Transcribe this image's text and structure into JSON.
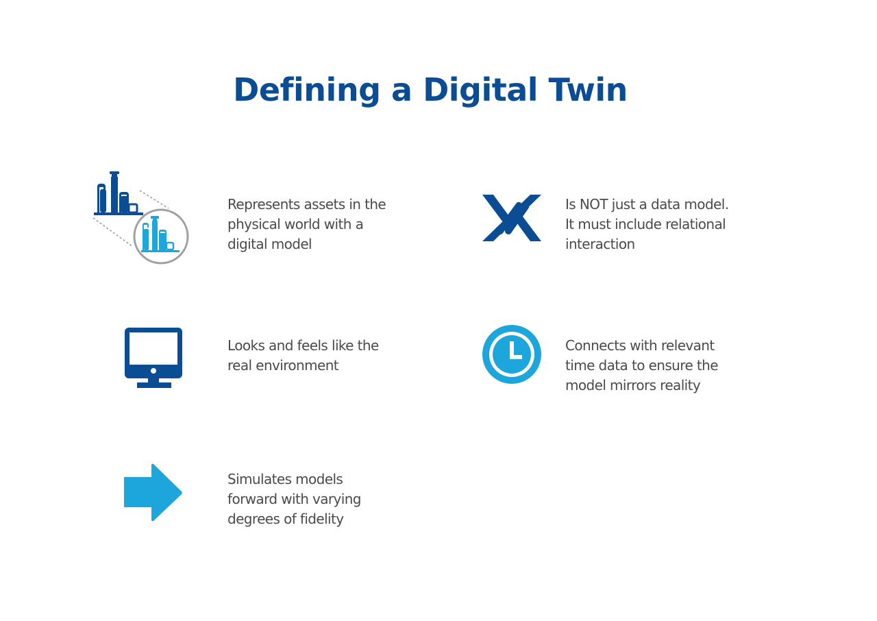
{
  "title": "Defining a Digital Twin",
  "colors": {
    "title": "#0a4d94",
    "dark_blue": "#0a4d94",
    "light_blue": "#1da6db",
    "text": "#4a4a4a",
    "circle_outline": "#9a9a9a"
  },
  "items": [
    {
      "icon": "factory-mirror-icon",
      "text": "Represents assets in the\nphysical world with a\ndigital model"
    },
    {
      "icon": "relational-x-icon",
      "text": "Is NOT just a data model.\nIt must include relational\ninteraction"
    },
    {
      "icon": "monitor-icon",
      "text": "Looks and feels like the\nreal environment"
    },
    {
      "icon": "clock-icon",
      "text": "Connects with relevant\ntime data to ensure the\nmodel mirrors reality"
    },
    {
      "icon": "arrow-right-icon",
      "text": "Simulates models\nforward with varying\ndegrees of fidelity"
    }
  ]
}
